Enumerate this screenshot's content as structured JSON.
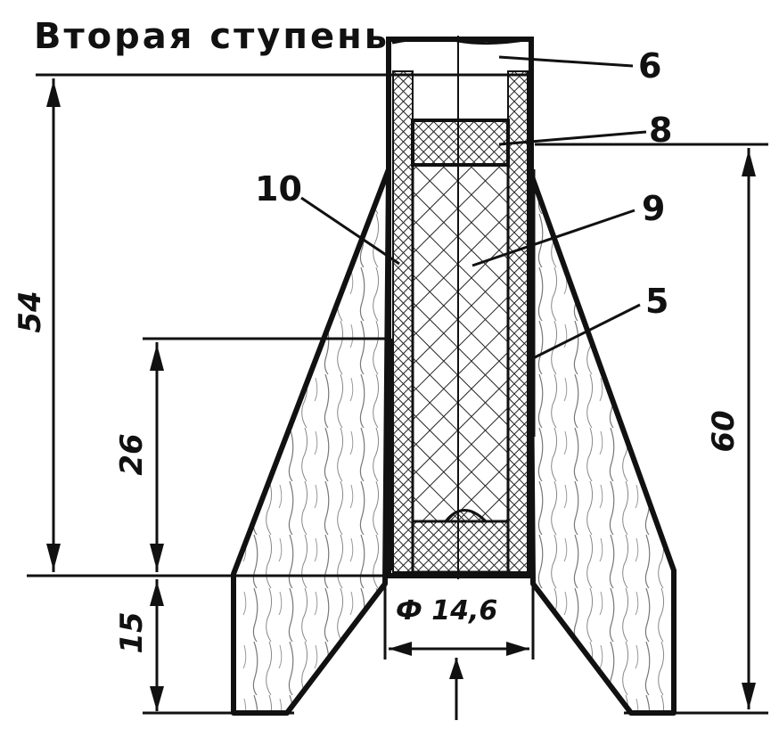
{
  "title": "Вторая ступень",
  "callouts": [
    {
      "id": "6",
      "label": "6"
    },
    {
      "id": "8",
      "label": "8"
    },
    {
      "id": "10",
      "label": "10"
    },
    {
      "id": "9",
      "label": "9"
    },
    {
      "id": "5",
      "label": "5"
    }
  ],
  "dimensions": {
    "d54": "54",
    "d26": "26",
    "d15": "15",
    "d60": "60",
    "diameter": "Ф 14,6"
  }
}
